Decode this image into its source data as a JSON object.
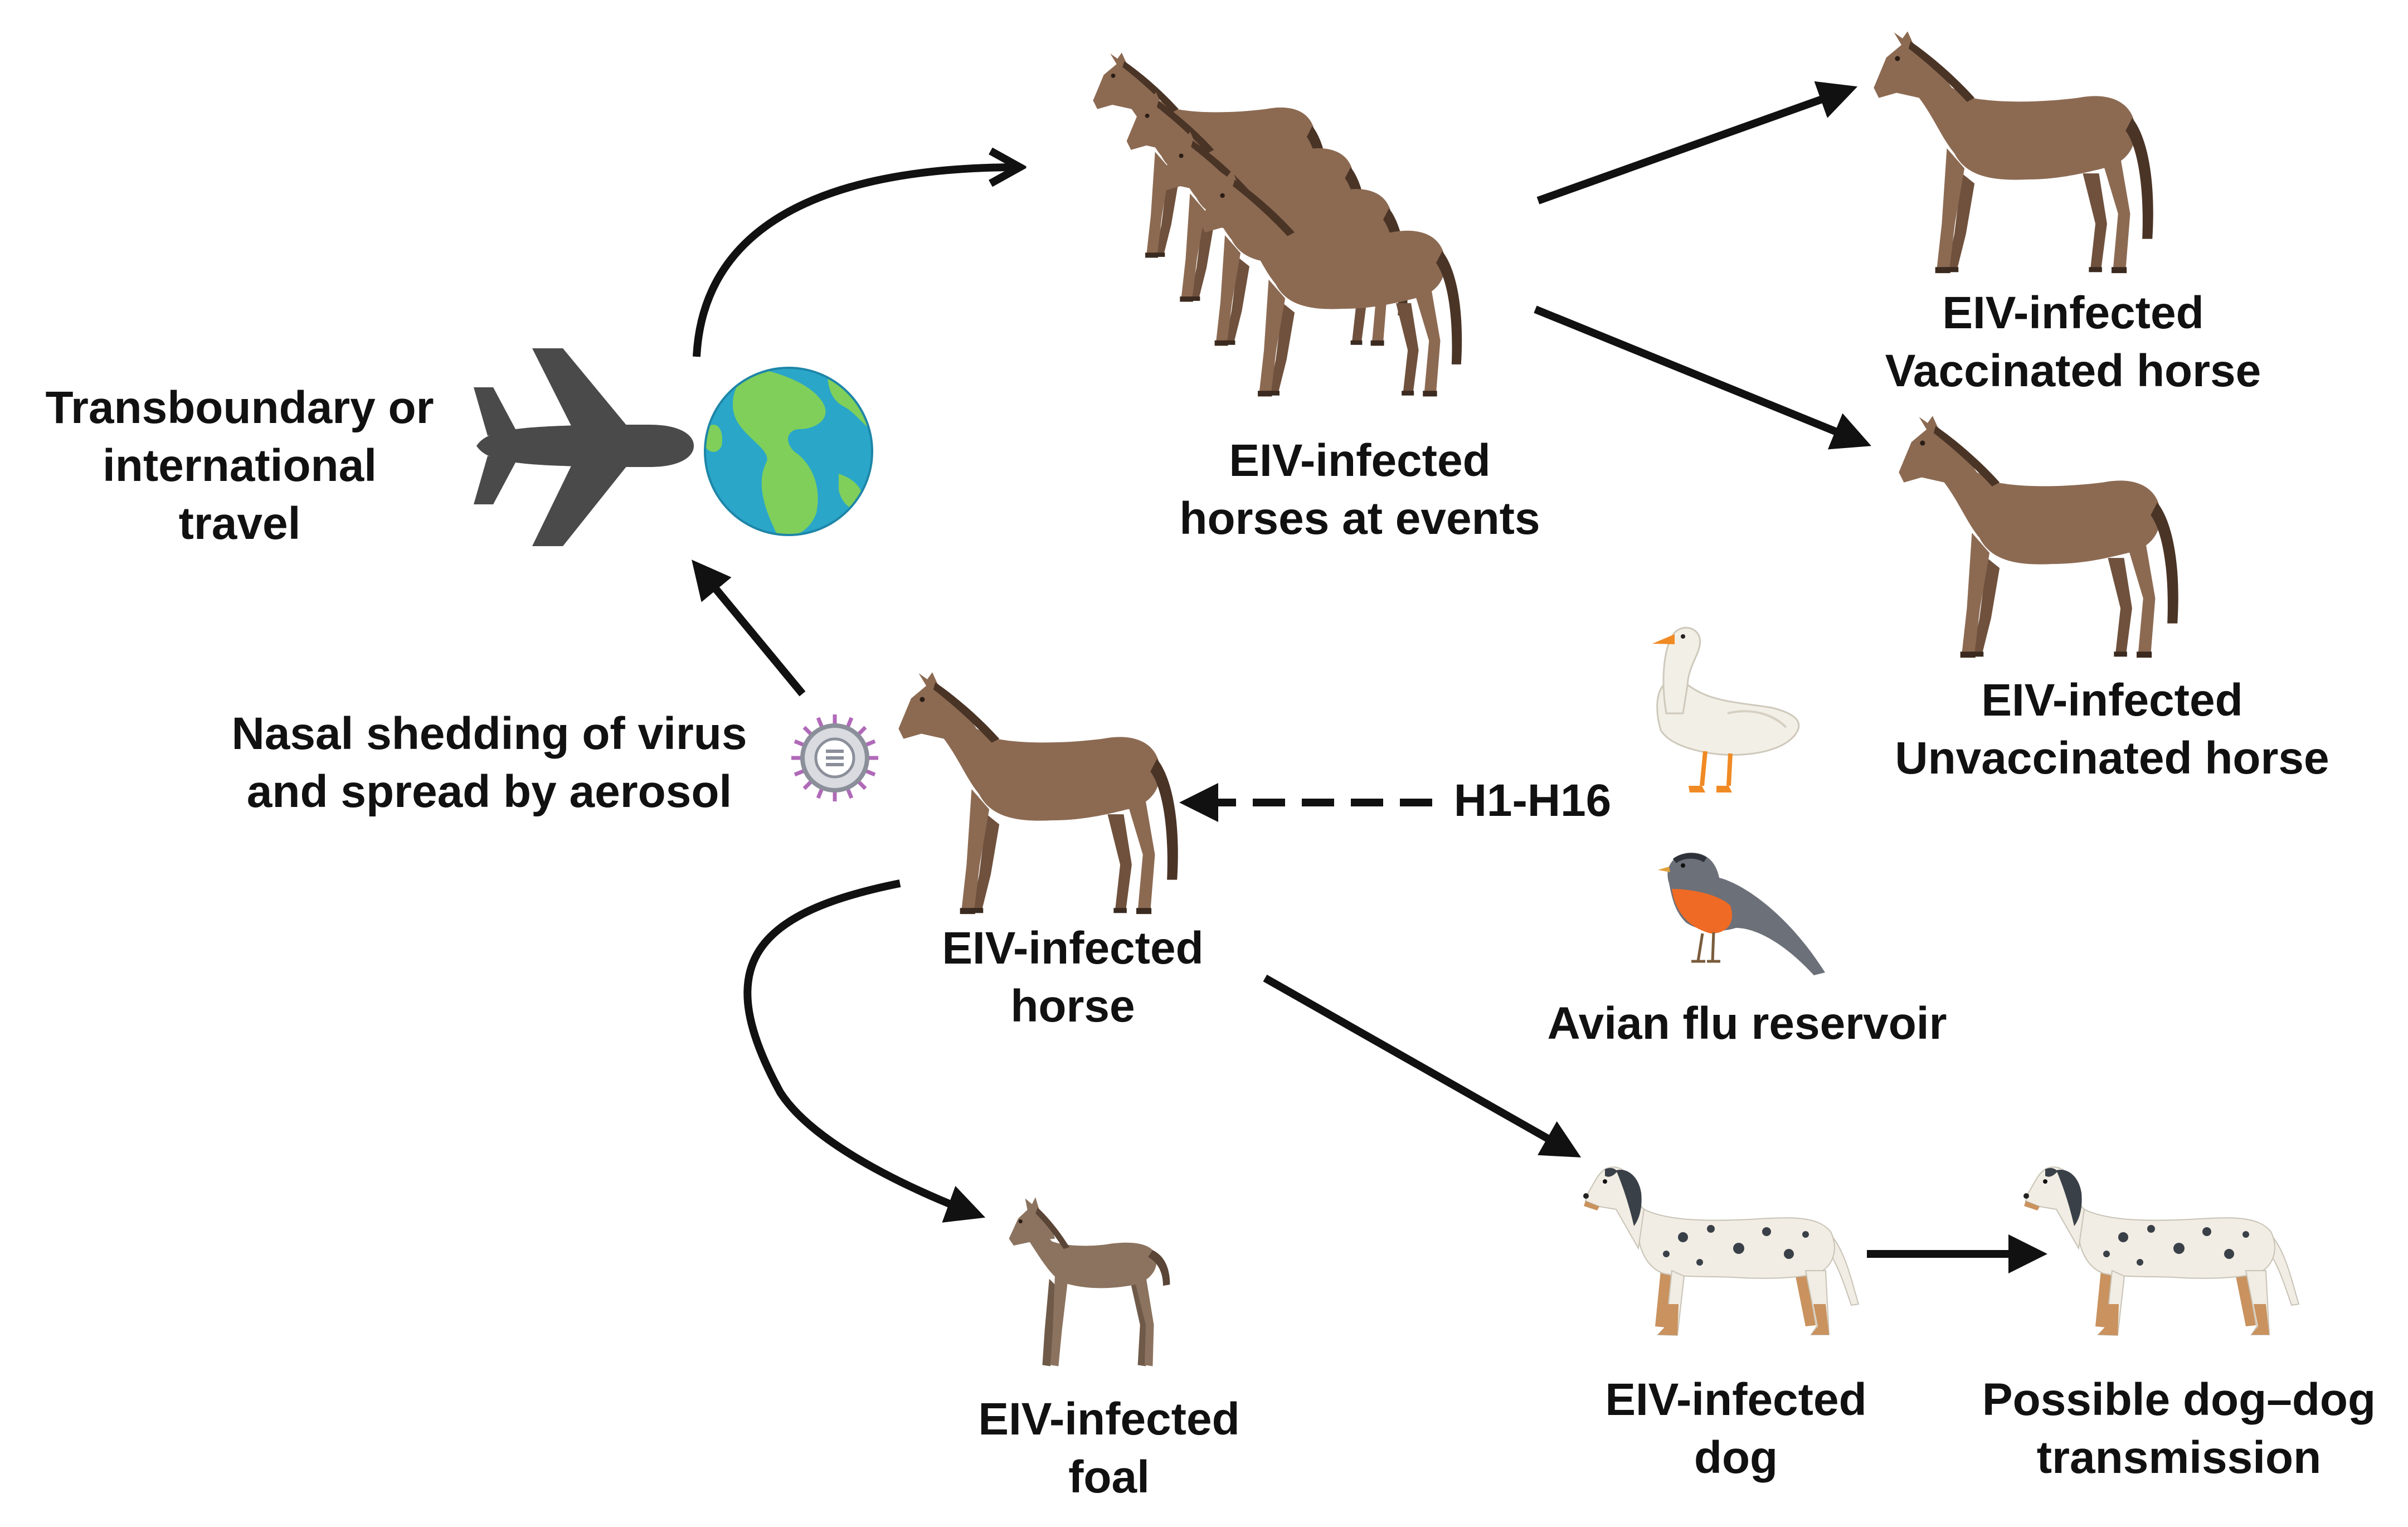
{
  "colors": {
    "background": "#ffffff",
    "arrow": "#111111",
    "horse_body": "#8c6a52",
    "horse_mane": "#4a3426",
    "foal_body": "#8b735f",
    "airplane": "#4a4a4a",
    "ocean": "#2aa6c9",
    "land": "#7fcf5a",
    "dog_body": "#f1ede4",
    "dog_spot": "#3a4048",
    "dog_tan": "#c9925e",
    "goose_body": "#f2efe6",
    "goose_beak": "#f08a24",
    "robin_body": "#6c7079",
    "robin_breast": "#ef6a24",
    "virus": "#8a8f9a",
    "virus_spike": "#b06ab8"
  },
  "icons": [
    "airplane-icon",
    "globe-icon",
    "horse-herd-icon",
    "horse-icon",
    "foal-icon",
    "dog-icon",
    "goose-icon",
    "robin-icon",
    "virus-icon"
  ],
  "labels": {
    "travel": {
      "line1": "Transboundary or",
      "line2": "international",
      "line3": "travel"
    },
    "events": {
      "line1": "EIV-infected",
      "line2": "horses at events"
    },
    "vaccinated": {
      "line1": "EIV-infected",
      "line2": "Vaccinated horse"
    },
    "unvaccinated": {
      "line1": "EIV-infected",
      "line2": "Unvaccinated horse"
    },
    "shedding": {
      "line1": "Nasal shedding of virus",
      "line2": "and spread by aerosol"
    },
    "subtypes": "H1-H16",
    "center_horse": {
      "line1": "EIV-infected",
      "line2": "horse"
    },
    "avian": "Avian flu reservoir",
    "foal": {
      "line1": "EIV-infected",
      "line2": "foal"
    },
    "dog": {
      "line1": "EIV-infected",
      "line2": "dog"
    },
    "dog_transmission": {
      "line1": "Possible dog–dog",
      "line2": "transmission"
    }
  }
}
